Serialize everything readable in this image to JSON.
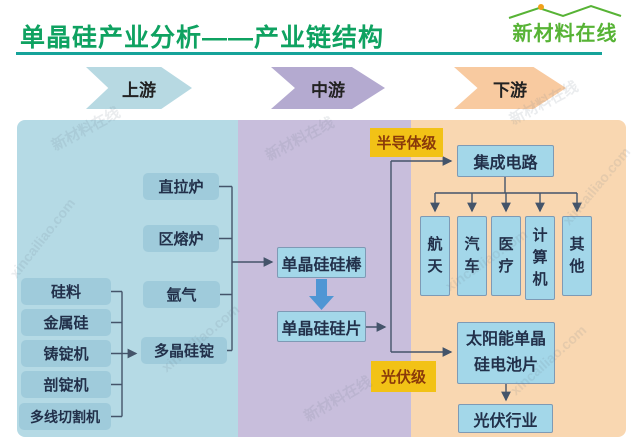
{
  "header": {
    "title": "单晶硅产业分析——产业链结构",
    "logo_text": "新材料在线"
  },
  "stages": [
    {
      "label": "上游",
      "color": "#b7d9e2"
    },
    {
      "label": "中游",
      "color": "#b4aad0"
    },
    {
      "label": "下游",
      "color": "#f8caa0"
    }
  ],
  "upstream": {
    "materials": [
      "硅料",
      "金属硅",
      "铸锭机",
      "剖锭机",
      "多线切割机"
    ],
    "equipment": [
      "直拉炉",
      "区熔炉",
      "氩气",
      "多晶硅锭"
    ]
  },
  "midstream": {
    "rod_node": "单晶硅硅棒",
    "wafer_node": "单晶硅硅片"
  },
  "downstream": {
    "semiconductor_grade_label": "半导体级",
    "pv_grade_label": "光伏级",
    "ic_node": "集成电路",
    "applications": [
      "航天",
      "汽车",
      "医疗",
      "计算机",
      "其他"
    ],
    "solar_cell_node": "太阳能单晶硅电池片",
    "pv_industry_node": "光伏行业"
  },
  "watermark": {
    "brand": "新材料在线",
    "site": "xincailiao.com"
  },
  "colors": {
    "title_green": "#0fa261",
    "underline_teal": "#16a39a",
    "logo_green": "#57b335",
    "upstream_panel": "#b5dae5",
    "midstream_panel": "#c8bedc",
    "downstream_panel": "#f9d7b1",
    "node_fill": "#a3d7e9",
    "grade_label_yellow": "#f2c216",
    "connector": "#44546a",
    "thick_arrow_blue": "#4f96d4"
  }
}
